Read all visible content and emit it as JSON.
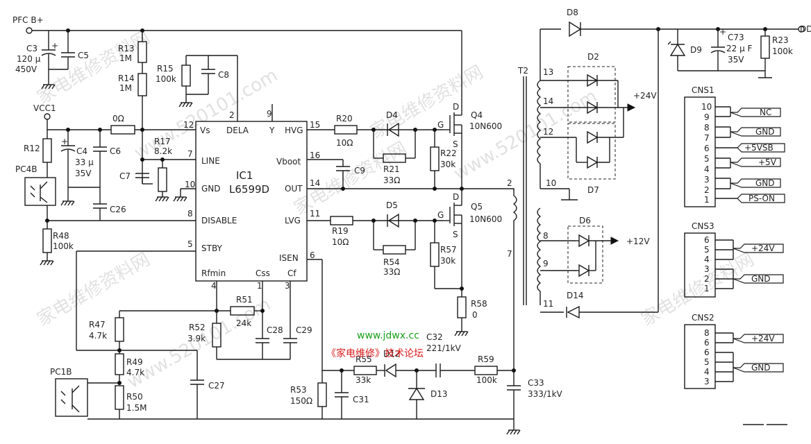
{
  "ic": {
    "ref": "IC1",
    "part": "L6599D",
    "pins": {
      "vs": "Vs",
      "dela": "DELA",
      "y": "Y",
      "hvg": "HVG",
      "vboot": "Vboot",
      "out": "OUT",
      "line": "LINE",
      "gnd": "GND",
      "disable": "DISABLE",
      "lvg": "LVG",
      "stby": "STBY",
      "rfmin": "Rfmin",
      "css": "Css",
      "cf": "Cf",
      "isen": "ISEN"
    },
    "pin_numbers": {
      "p12": "12",
      "p2": "2",
      "p9": "9",
      "p15": "15",
      "p16": "16",
      "p14": "14",
      "p7": "7",
      "p10": "10",
      "p8": "8",
      "p11": "11",
      "p5": "5",
      "p4": "4",
      "p1": "1",
      "p3": "3",
      "p6": "6"
    }
  },
  "nets": {
    "pfc": "PFC B+",
    "vcc1": "VCC1",
    "dd": "DD"
  },
  "components": {
    "c3": "C3",
    "c3v": "120 μ",
    "c3u": "450V",
    "c5": "C5",
    "r13": "R13",
    "r13v": "1M",
    "r14": "R14",
    "r14v": "1M",
    "r15": "R15",
    "r15v": "100k",
    "c8": "C8",
    "r12": "R12",
    "c4": "C4",
    "c4v": "33 μ",
    "c4u": "35V",
    "c6": "C6",
    "r0": "0Ω",
    "r17": "R17",
    "r17v": "8.2k",
    "c7": "C7",
    "pc4b": "PC4B",
    "c26": "C26",
    "r48": "R48",
    "r48v": "100k",
    "r20": "R20",
    "r20v": "10Ω",
    "d4": "D4",
    "r21": "R21",
    "r21v": "33Ω",
    "c9": "C9",
    "r22": "R22",
    "r22v": "30k",
    "q4": "Q4",
    "q4v": "10N600",
    "r19": "R19",
    "r19v": "10Ω",
    "d5": "D5",
    "r54": "R54",
    "r54v": "33Ω",
    "r57": "R57",
    "r57v": "30k",
    "q5": "Q5",
    "q5v": "10N600",
    "r58": "R58",
    "r58v": "0",
    "r47": "R47",
    "r47v": "4.7k",
    "r49": "R49",
    "r49v": "4.7k",
    "r50": "R50",
    "r50v": "1.5M",
    "pc1b": "PC1B",
    "r51": "R51",
    "r51v": "24k",
    "r52": "R52",
    "r52v": "3.9k",
    "c28": "C28",
    "c29": "C29",
    "c27": "C27",
    "r53": "R53",
    "r53v": "150Ω",
    "c31": "C31",
    "r55": "R55",
    "r55v": "33k",
    "d12": "D12",
    "d13": "D13",
    "c32": "C32",
    "c32v": "221/1kV",
    "r59": "R59",
    "r59v": "100k",
    "c33": "C33",
    "c33v": "333/1kV",
    "t2": "T2",
    "d8": "D8",
    "d9": "D9",
    "c73": "C73",
    "c73v": "22 μ F",
    "c73u": "35V",
    "r23": "R23",
    "r23v": "100k",
    "d2": "D2",
    "d7": "D7",
    "d6": "D6",
    "d14": "D14",
    "g": "G",
    "d": "D",
    "s": "S",
    "plus": "+"
  },
  "transformer_pins": [
    "13",
    "14",
    "12",
    "10",
    "8",
    "9",
    "11"
  ],
  "primary_pins": [
    "2",
    "7"
  ],
  "rails": {
    "v24": "+24V",
    "v12": "+12V"
  },
  "connectors": {
    "cns1": {
      "name": "CNS1",
      "pins": [
        "10",
        "9",
        "8",
        "7",
        "6",
        "5",
        "4",
        "3",
        "2",
        "1"
      ],
      "labels": [
        "NC",
        "GND",
        "+5VSB",
        "+5V",
        "GND",
        "PS-ON"
      ]
    },
    "cns3": {
      "name": "CNS3",
      "pins": [
        "6",
        "5",
        "4",
        "3",
        "2",
        "1"
      ],
      "labels": [
        "+24V",
        "GND"
      ]
    },
    "cns2": {
      "name": "CNS2",
      "pins": [
        "8",
        "6",
        "6",
        "5",
        "4",
        "3"
      ],
      "labels": [
        "+24V",
        "GND"
      ]
    }
  },
  "watermarks": {
    "url": "www.jdwx.cc",
    "forum": "《家电维修》技术论坛",
    "wm1": "家电维修资料网",
    "wm2": "www.520101.com"
  }
}
